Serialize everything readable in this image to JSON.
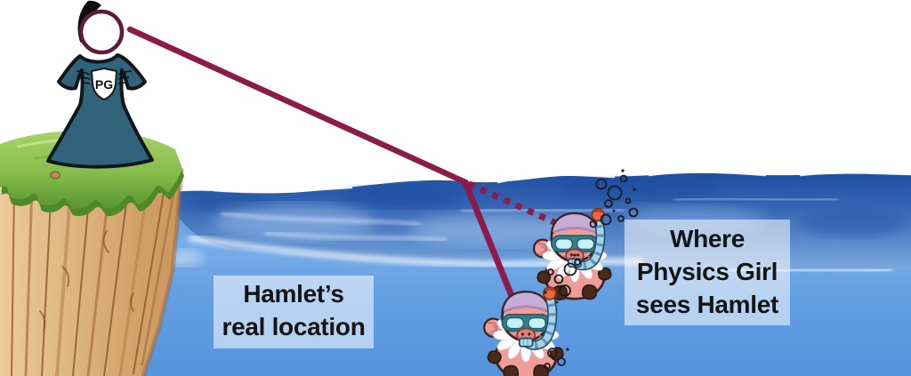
{
  "diagram": {
    "labels": {
      "real_location": {
        "line1": "Hamlet’s",
        "line2": "real location"
      },
      "apparent_location": {
        "line1": "Where",
        "line2": "Physics Girl",
        "line3": "sees Hamlet"
      }
    },
    "physics_girl": {
      "logo_text": "PG"
    },
    "colors": {
      "sight_ray_maroon": "#8c1b4a",
      "head_outline_maroon": "#5e1b3a",
      "dress_teal": "#31647a",
      "wave_band_deep_blue": "#2d5dac",
      "underwater_blue": "#5d9ae0",
      "grass_green": "#84bb4a",
      "cliff_tan": "#d3a068",
      "label_background": "#b6d1f1",
      "label_text": "#141414",
      "pig_skin_pink": "#ef9d99",
      "swim_cap_lavender": "#c6add8",
      "goggles_teal": "#35808f",
      "hoof_brown": "#4a2b1b",
      "snorkel_blue": "#a8d4e8",
      "snorkel_tip_orange": "#ea6a40"
    },
    "icons": [
      "physics-girl-figure",
      "pg-shield-logo",
      "cliff",
      "ocean-surface",
      "solid-sight-ray",
      "refracted-ray",
      "dotted-apparent-ray",
      "snorkeling-pig-real",
      "snorkeling-pig-apparent",
      "bubbles"
    ]
  }
}
